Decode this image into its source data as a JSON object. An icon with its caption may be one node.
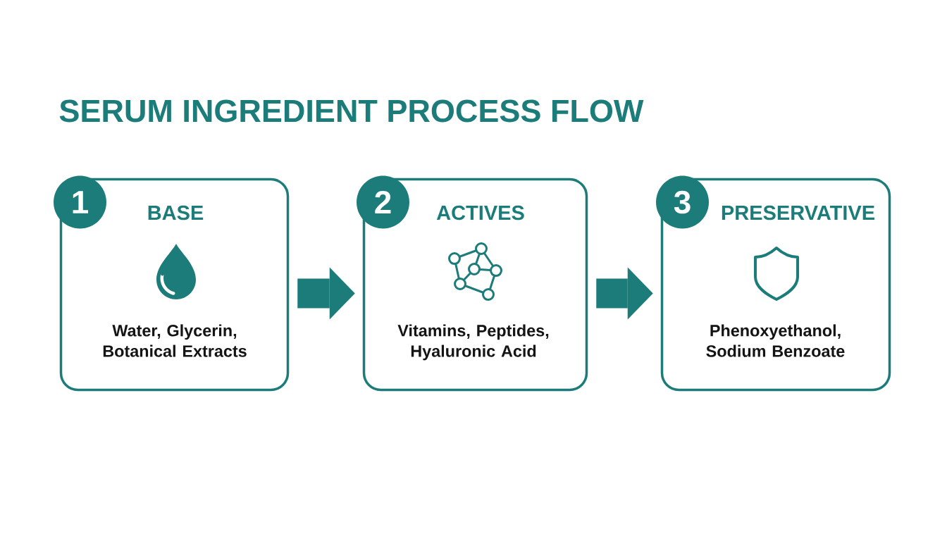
{
  "diagram": {
    "title": "SERUM INGREDIENT PROCESS FLOW",
    "nodes": [
      {
        "text": [
          "1"
        ]
      },
      {
        "text": [
          "BASE",
          "Water, Glycerin, Botanical Extracts"
        ]
      },
      {
        "text": [
          "2"
        ]
      },
      {
        "text": [
          "ACTIVES",
          "Vitamins, Peptides, Hyaluronic Acid"
        ]
      },
      {
        "text": [
          "3"
        ]
      },
      {
        "text": [
          "PRESERVATIVE",
          "Phenoxyethanol, Sodium Benzoate"
        ]
      }
    ],
    "edges": [
      {
        "from": 1,
        "to": 3,
        "arrow": "to"
      },
      {
        "from": 3,
        "to": 5,
        "arrow": "to"
      }
    ]
  }
}
